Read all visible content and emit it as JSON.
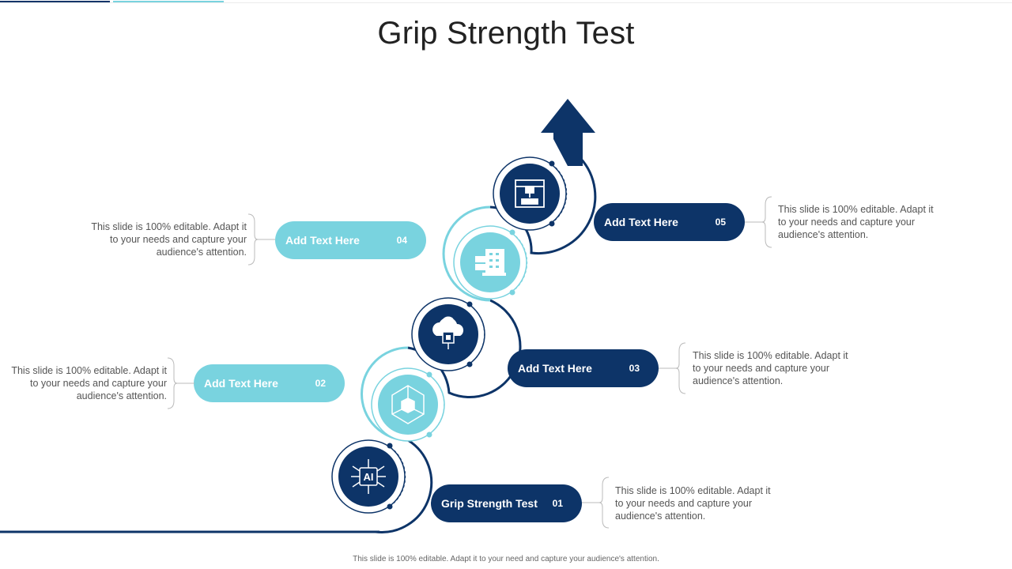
{
  "title": "Grip Strength Test",
  "footer": "This slide is 100% editable.  Adapt it to your need and capture your audience's attention.",
  "colors": {
    "navy": "#0d3468",
    "light": "#79d3df"
  },
  "steps": [
    {
      "label": "Grip Strength Test",
      "number": "01",
      "description": "This slide is 100% editable. Adapt it to your needs and capture your audience's attention.",
      "icon": "ai-chip-icon"
    },
    {
      "label": "Add Text Here",
      "number": "02",
      "description": "This slide is 100% editable. Adapt it to your needs and capture your audience's attention.",
      "icon": "cube-network-icon"
    },
    {
      "label": "Add Text Here",
      "number": "03",
      "description": "This slide is 100% editable. Adapt it to your needs and capture your audience's attention.",
      "icon": "cloud-chip-icon"
    },
    {
      "label": "Add Text Here",
      "number": "04",
      "description": "This slide is 100% editable. Adapt it to your needs and capture your audience's attention.",
      "icon": "server-building-icon"
    },
    {
      "label": "Add Text Here",
      "number": "05",
      "description": "This slide is 100% editable. Adapt it to your needs and capture your audience's attention.",
      "icon": "3d-printer-icon"
    }
  ]
}
